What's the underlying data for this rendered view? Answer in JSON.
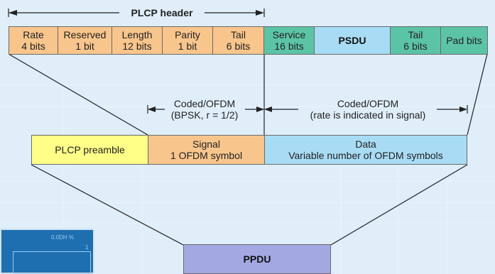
{
  "plcp_header_label": "PLCP header",
  "top_fields": [
    {
      "line1": "Rate",
      "line2": "4 bits"
    },
    {
      "line1": "Reserved",
      "line2": "1 bit"
    },
    {
      "line1": "Length",
      "line2": "12 bits"
    },
    {
      "line1": "Parity",
      "line2": "1 bit"
    },
    {
      "line1": "Tail",
      "line2": "6 bits"
    },
    {
      "line1": "Service",
      "line2": "16 bits"
    },
    {
      "line1": "PSDU",
      "line2": ""
    },
    {
      "line1": "Tail",
      "line2": "6 bits"
    },
    {
      "line1": "Pad bits",
      "line2": ""
    }
  ],
  "coded_signal": {
    "line1": "Coded/OFDM",
    "line2": "(BPSK, r = 1/2)"
  },
  "coded_data": {
    "line1": "Coded/OFDM",
    "line2": "(rate is indicated in signal)"
  },
  "mid_fields": [
    {
      "line1": "PLCP preamble",
      "line2": ""
    },
    {
      "line1": "Signal",
      "line2": "1 OFDM symbol"
    },
    {
      "line1": "Data",
      "line2": "Variable number of OFDM symbols"
    }
  ],
  "ppdu_label": "PPDU",
  "inset": {
    "value": "0.0DH %",
    "sub": "1"
  },
  "colors": {
    "background": "#dfeef9",
    "header": "#f8c58c",
    "service": "#5cc4a6",
    "psdu": "#a8dcf4",
    "preamble": "#ffff88",
    "ppdu": "#a4a8e2"
  }
}
